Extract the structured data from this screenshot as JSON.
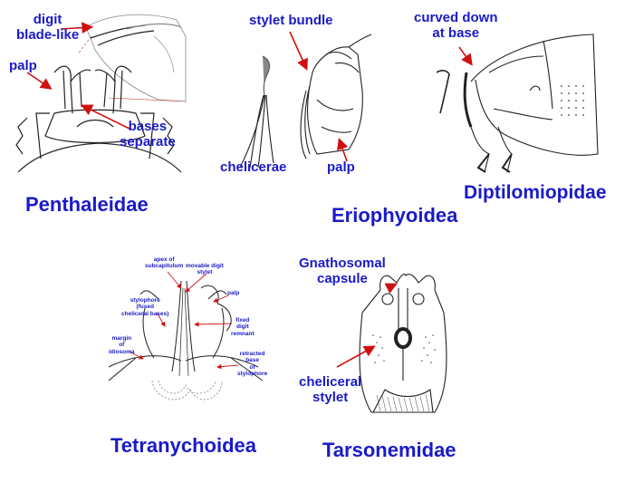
{
  "panels": {
    "penthaleidae": {
      "title": "Penthaleidae",
      "labels": {
        "digit": "digit\nblade-like",
        "palp": "palp",
        "bases": "bases\nseparate"
      }
    },
    "eriophyoidea": {
      "title": "Eriophyoidea",
      "labels": {
        "stylet_bundle": "stylet bundle",
        "chelicerae": "chelicerae",
        "palp": "palp"
      }
    },
    "diptilomiopidae": {
      "title": "Diptilomiopidae",
      "labels": {
        "curved": "curved down\nat base"
      }
    },
    "tetranychoidea": {
      "title": "Tetranychoidea",
      "labels": {
        "apex": "apex of\nsubcapitulum",
        "movable": "movable digit\nstylet",
        "palp": "palp",
        "stylophore": "stylophore\n(fused\ncheliceral bases)",
        "fixed": "fixed\ndigit\nremnant",
        "margin": "margin\nof\nidiosoma",
        "retracted": "retracted\nbase\nof\nstylophore"
      }
    },
    "tarsonemidae": {
      "title": "Tarsonemidae",
      "labels": {
        "gnathosomal": "Gnathosomal\ncapsule",
        "cheliceral": "cheliceral\nstylet"
      }
    }
  },
  "colors": {
    "label": "#1a1ac8",
    "arrow": "#d01010",
    "line": "#222222"
  }
}
